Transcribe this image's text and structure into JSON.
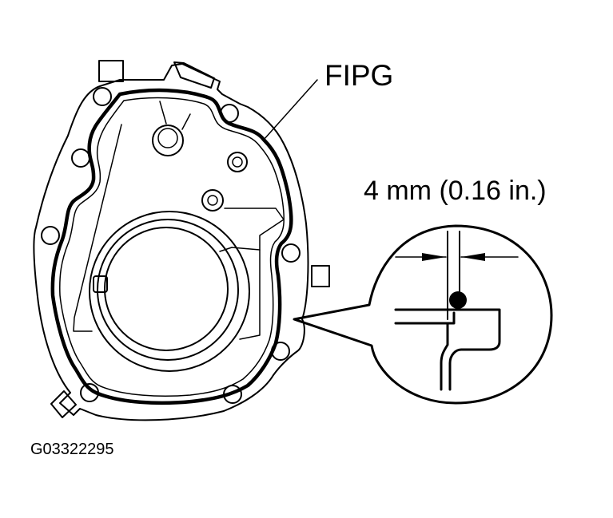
{
  "diagram": {
    "type": "technical-illustration",
    "subject": "housing cover with FIPG sealant bead",
    "labels": {
      "fipg": "FIPG",
      "bead_width": "4 mm (0.16 in.)",
      "figure_id": "G03322295"
    },
    "callouts": [
      {
        "name": "fipg-leader",
        "target": "sealant bead on flange",
        "text_ref": "labels.fipg"
      },
      {
        "name": "detail-magnifier",
        "target": "flange cross-section",
        "text_ref": "labels.bead_width"
      }
    ],
    "colors": {
      "line": "#000000",
      "background": "#ffffff"
    }
  }
}
